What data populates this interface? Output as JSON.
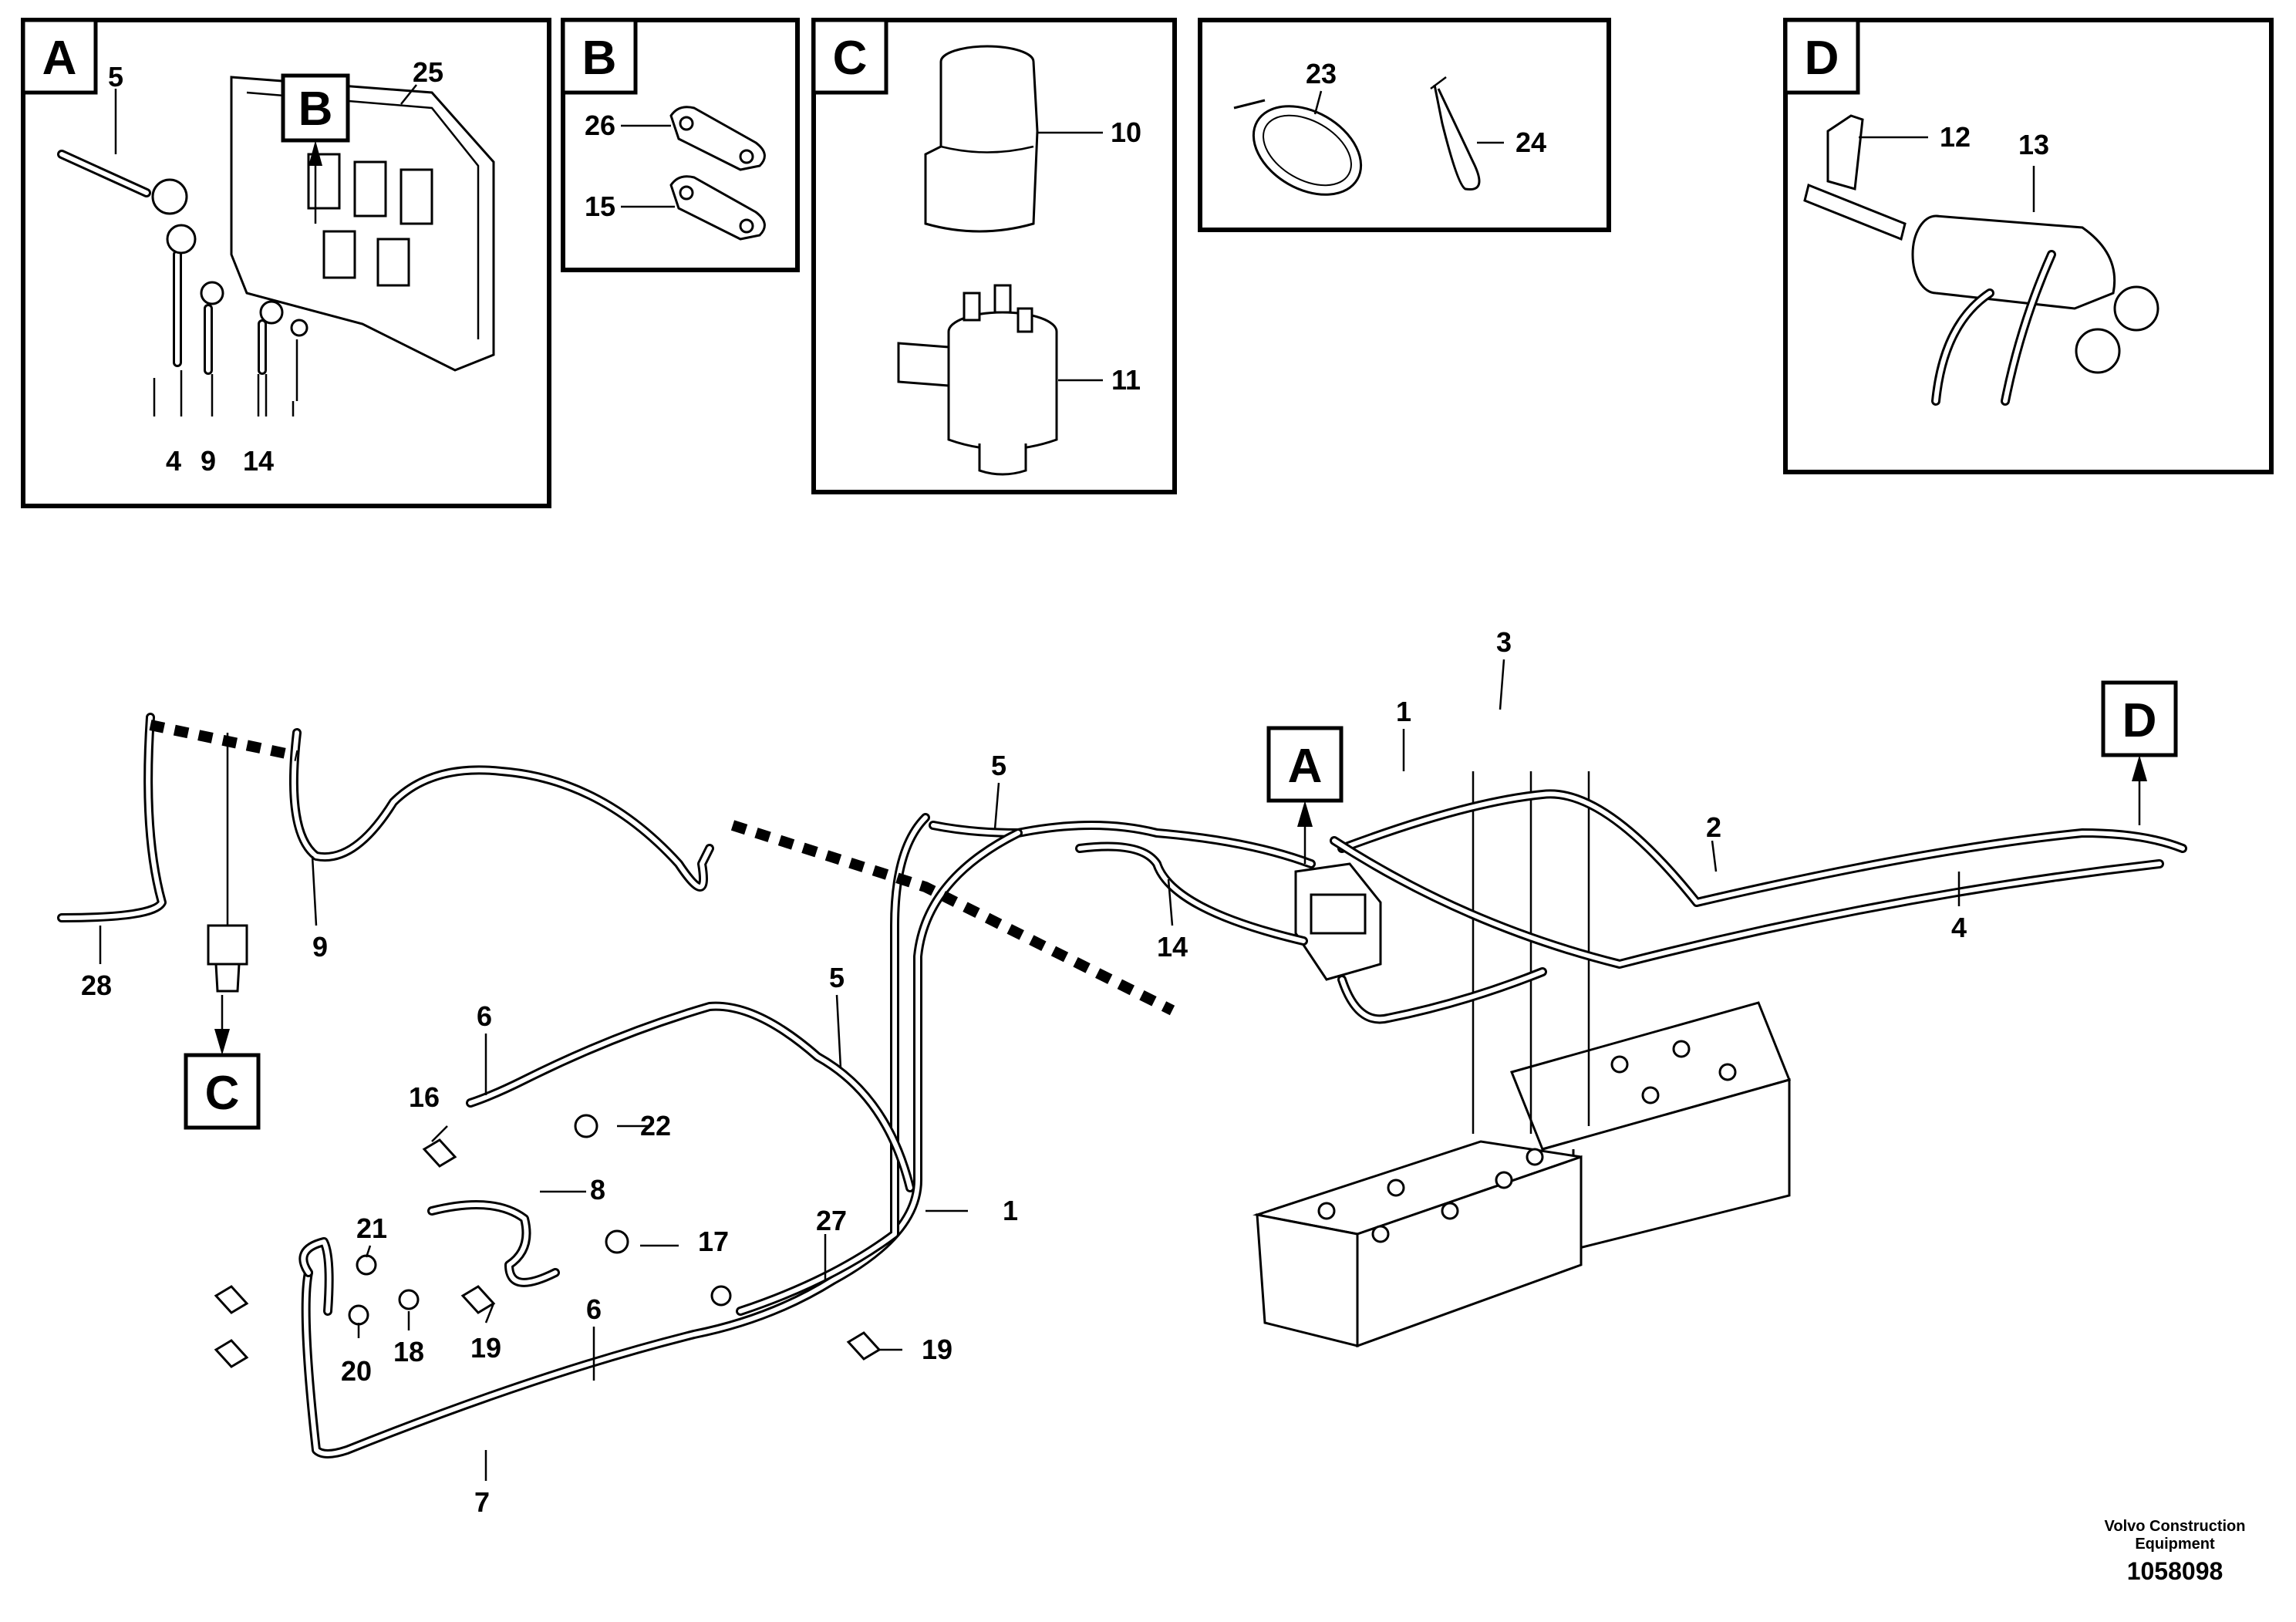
{
  "insets": [
    {
      "id": "A",
      "letter": "A",
      "callouts": [
        "5",
        "25",
        "B",
        "4",
        "9",
        "14"
      ]
    },
    {
      "id": "B",
      "letter": "B",
      "callouts": [
        "26",
        "15"
      ]
    },
    {
      "id": "C",
      "letter": "C",
      "callouts": [
        "10",
        "11"
      ]
    },
    {
      "id": "E",
      "letter": "",
      "callouts": [
        "23",
        "24"
      ]
    },
    {
      "id": "D",
      "letter": "D",
      "callouts": [
        "12",
        "13"
      ]
    }
  ],
  "main_letters": [
    "A",
    "D",
    "C"
  ],
  "main_callouts": [
    "3",
    "1",
    "2",
    "4",
    "5",
    "14",
    "9",
    "28",
    "6",
    "16",
    "22",
    "5",
    "8",
    "1",
    "21",
    "17",
    "27",
    "18",
    "20",
    "19",
    "6",
    "19",
    "7"
  ],
  "footer": {
    "company_line1": "Volvo Construction",
    "company_line2": "Equipment",
    "doc_number": "1058098"
  }
}
